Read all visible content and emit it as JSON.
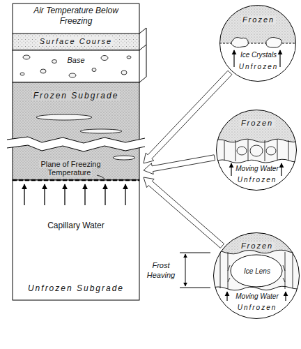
{
  "diagram": {
    "nodes": [
      {
        "text": [
          "Surface Course"
        ]
      },
      {
        "text": [
          "Base"
        ]
      },
      {
        "text": [
          "Frozen Subgrade",
          "Plane of Freezing Temperature"
        ]
      },
      {
        "text": [
          "Capillary Water",
          "Unfrozen Subgrade"
        ]
      },
      {
        "text": [
          "Frozen",
          "Ice Crystals",
          "Unfrozen"
        ]
      },
      {
        "text": [
          "Frozen",
          "Moving Water",
          "Unfrozen"
        ]
      },
      {
        "text": [
          "Frozen",
          "Ice Lens",
          "Moving Water",
          "Unfrozen"
        ]
      }
    ],
    "edges": [
      {
        "from": 4,
        "to": 2,
        "arrow": "to"
      },
      {
        "from": 5,
        "to": 2,
        "arrow": "to"
      },
      {
        "from": 6,
        "to": 2,
        "arrow": "to"
      }
    ],
    "labels": [
      "Air Temperature Below Freezing",
      "Frost Heaving"
    ]
  }
}
